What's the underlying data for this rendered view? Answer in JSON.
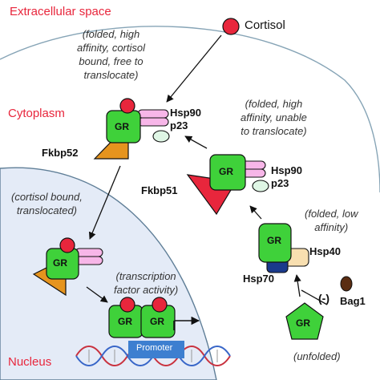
{
  "regions": {
    "extracellular": "Extracellular space",
    "cytoplasm": "Cytoplasm",
    "nucleus": "Nucleus"
  },
  "ligand": {
    "cortisol": "Cortisol"
  },
  "notes": {
    "free_to_translocate": "(folded, high\naffinity, cortisol\nbound, free to\ntranslocate)",
    "unable_to_translocate": "(folded, high\naffinity, unable\nto translocate)",
    "cortisol_bound": "(cortisol bound,\ntranslocated)",
    "low_affinity": "(folded, low\naffinity)",
    "transcription": "(transcription\nfactor activity)",
    "unfolded": "(unfolded)"
  },
  "proteins": {
    "gr": "GR",
    "hsp90": "Hsp90",
    "p23": "p23",
    "fkbp52": "Fkbp52",
    "fkbp51": "Fkbp51",
    "hsp40": "Hsp40",
    "hsp70": "Hsp70",
    "bag1": "Bag1",
    "bag1_sign": "(-)"
  },
  "promoter": "Promoter",
  "colors": {
    "region_label": "#e8263c",
    "gr_green": "#3fd13a",
    "cortisol_red": "#e8263c",
    "hsp90_pink": "#f7b6e8",
    "p23_mint": "#dff6e5",
    "fkbp52_orange": "#e6941e",
    "fkbp51_red": "#e8263c",
    "hsp40_cream": "#f8dfb0",
    "hsp70_navy": "#1a3a8c",
    "bag1_brown": "#5a2d12",
    "cell_membrane": "#86a4b6",
    "nucleus_fill": "#e4ebf7",
    "promoter_blue": "#3d7fd0",
    "dna_red": "#c9323f",
    "dna_blue": "#3866c8"
  }
}
